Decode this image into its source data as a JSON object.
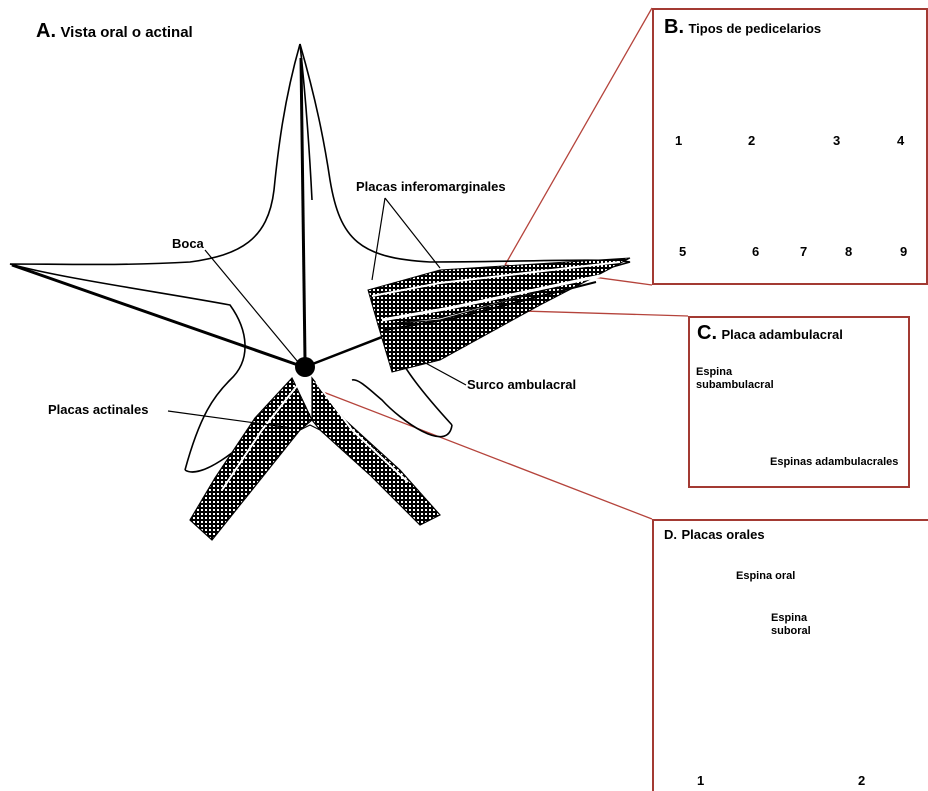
{
  "panel_a": {
    "letter": "A.",
    "title": "Vista oral o actinal",
    "labels": {
      "boca": "Boca",
      "placas_inferomarginales": "Placas inferomarginales",
      "surco_ambulacral": "Surco ambulacral",
      "placas_actinales": "Placas actinales"
    }
  },
  "panel_b": {
    "letter": "B.",
    "title": "Tipos de pedicelarios",
    "numbers": [
      "1",
      "2",
      "3",
      "4",
      "5",
      "6",
      "7",
      "8",
      "9"
    ]
  },
  "panel_c": {
    "letter": "C.",
    "title": "Placa adambulacral",
    "espina_sub_line1": "Espina",
    "espina_sub_line2": "subambulacral",
    "espinas_adambulacrales": "Espinas adambulacrales"
  },
  "panel_d": {
    "letter": "D.",
    "title": "Placas orales",
    "espina_oral": "Espina oral",
    "espina_suboral_line1": "Espina",
    "espina_suboral_line2": "suboral",
    "numbers": [
      "1",
      "2"
    ]
  },
  "colors": {
    "frame": "#a33a33",
    "connector": "#b5443c",
    "ink": "#000000"
  }
}
